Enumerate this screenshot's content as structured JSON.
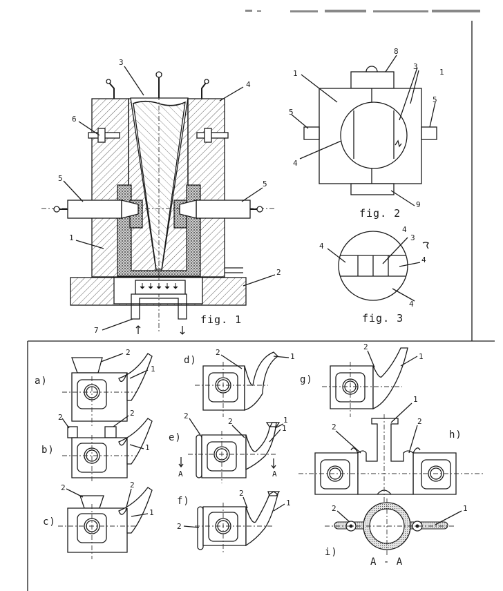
{
  "figures": {
    "fig1": "fig. 1",
    "fig2": "fig. 2",
    "fig3": "fig. 3"
  },
  "fig1_labels": [
    "3",
    "4",
    "6",
    "5",
    "5",
    "1",
    "2",
    "7"
  ],
  "fig2_labels": [
    "8",
    "1",
    "3",
    "1",
    "5",
    "5",
    "4",
    "9"
  ],
  "fig3_labels": [
    "4",
    "3",
    "4",
    "4",
    "4"
  ],
  "variants": {
    "a": "a)",
    "b": "b)",
    "c": "c)",
    "d": "d)",
    "e": "e)",
    "f": "f)",
    "g": "g)",
    "h": "h)",
    "i": "i)"
  },
  "variant_labels": {
    "a": [
      "2",
      "1"
    ],
    "b": [
      "2",
      "2",
      "1"
    ],
    "c": [
      "2",
      "2",
      "1"
    ],
    "d": [
      "2",
      "1"
    ],
    "e": [
      "2",
      "2",
      "1",
      "1"
    ],
    "f": [
      "2",
      "2",
      "1"
    ],
    "g": [
      "2",
      "1"
    ],
    "h": [
      "1",
      "2",
      "2"
    ],
    "i": [
      "2",
      "1"
    ]
  },
  "section_marks": {
    "e_left": "A",
    "e_right": "A",
    "i_section": "A - A"
  }
}
